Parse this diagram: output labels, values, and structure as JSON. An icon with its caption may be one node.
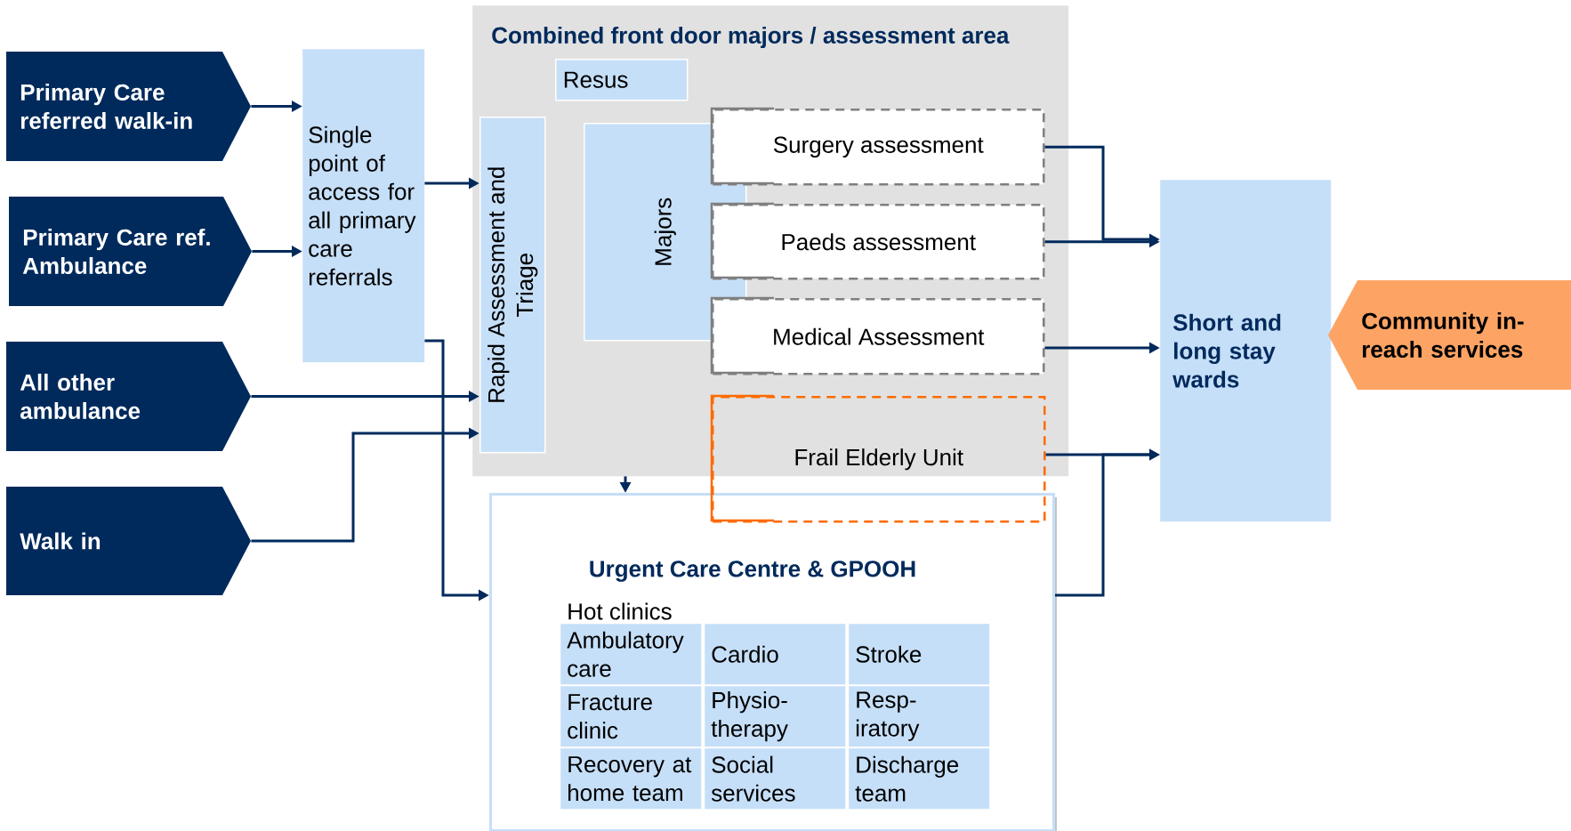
{
  "diagram": {
    "nodes": [
      {
        "text": [
          "Primary Care referred walk-in"
        ]
      },
      {
        "text": [
          "Primary Care ref. Ambulance"
        ]
      },
      {
        "text": [
          "All other ambulance"
        ]
      },
      {
        "text": [
          "Walk in"
        ]
      },
      {
        "text": [
          "Single point of access for all primary care referrals"
        ]
      },
      {
        "text": [
          "Combined front door majors / assessment area"
        ]
      },
      {
        "text": [
          "Resus"
        ],
        "in": 5
      },
      {
        "text": [
          "Rapid Assessment and Triage"
        ],
        "in": 5
      },
      {
        "text": [
          "Majors"
        ],
        "in": 5
      },
      {
        "text": [
          "Surgery assessment"
        ],
        "in": 5
      },
      {
        "text": [
          "Paeds assessment"
        ],
        "in": 5
      },
      {
        "text": [
          "Medical Assessment"
        ],
        "in": 5
      },
      {
        "text": [
          "Frail Elderly Unit"
        ]
      },
      {
        "text": [
          "Urgent Care Centre & GPOOH",
          "Hot clinics"
        ]
      },
      {
        "text": [
          "Ambulatory care"
        ],
        "in": 13
      },
      {
        "text": [
          "Cardio"
        ],
        "in": 13
      },
      {
        "text": [
          "Stroke"
        ],
        "in": 13
      },
      {
        "text": [
          "Fracture clinic"
        ],
        "in": 13
      },
      {
        "text": [
          "Physio- therapy"
        ],
        "in": 13
      },
      {
        "text": [
          "Resp- iratory"
        ],
        "in": 13
      },
      {
        "text": [
          "Recovery at home team"
        ],
        "in": 13
      },
      {
        "text": [
          "Social services"
        ],
        "in": 13
      },
      {
        "text": [
          "Discharge team"
        ],
        "in": 13
      },
      {
        "text": [
          "Short and long stay wards"
        ]
      },
      {
        "text": [
          "Community in- reach services"
        ]
      }
    ],
    "edges": [
      {
        "from": 0,
        "to": 4,
        "arrow": "to"
      },
      {
        "from": 1,
        "to": 4,
        "arrow": "to"
      },
      {
        "from": 4,
        "to": 7,
        "arrow": "to"
      },
      {
        "from": 4,
        "to": 13,
        "arrow": "to"
      },
      {
        "from": 2,
        "to": 7,
        "arrow": "to"
      },
      {
        "from": 3,
        "to": 7,
        "arrow": "to"
      },
      {
        "from": 5,
        "to": 13,
        "arrow": "to"
      },
      {
        "from": 9,
        "to": 23,
        "arrow": "to"
      },
      {
        "from": 10,
        "to": 23,
        "arrow": "to"
      },
      {
        "from": 11,
        "to": 23,
        "arrow": "to"
      },
      {
        "from": 12,
        "to": 23,
        "arrow": "to"
      },
      {
        "from": 13,
        "to": 23,
        "arrow": "to"
      }
    ]
  }
}
